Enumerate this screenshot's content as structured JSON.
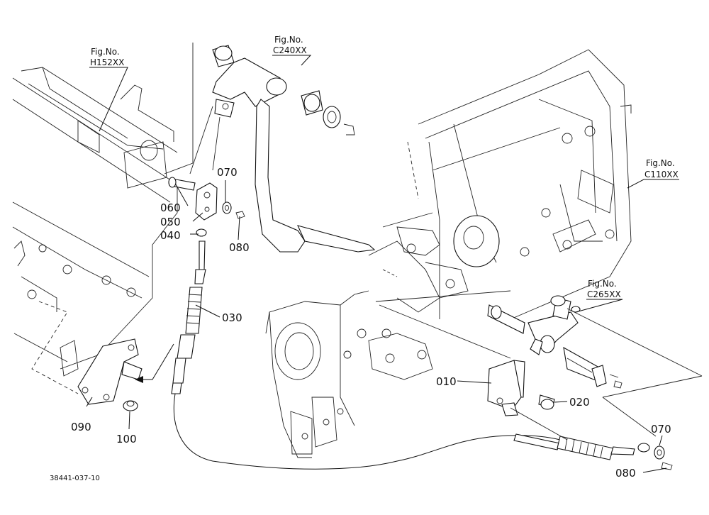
{
  "diagram": {
    "document_code": "38441-037-10",
    "figure_refs": [
      {
        "id": "h152",
        "label": "Fig.No.",
        "code": "H152XX"
      },
      {
        "id": "c240",
        "label": "Fig.No.",
        "code": "C240XX"
      },
      {
        "id": "c110",
        "label": "Fig.No.",
        "code": "C110XX"
      },
      {
        "id": "c265",
        "label": "Fig.No.",
        "code": "C265XX"
      }
    ],
    "part_labels": [
      {
        "id": "p070a",
        "text": "070"
      },
      {
        "id": "p060",
        "text": "060"
      },
      {
        "id": "p050",
        "text": "050"
      },
      {
        "id": "p040",
        "text": "040"
      },
      {
        "id": "p080a",
        "text": "080"
      },
      {
        "id": "p030",
        "text": "030"
      },
      {
        "id": "p090",
        "text": "090"
      },
      {
        "id": "p100",
        "text": "100"
      },
      {
        "id": "p010",
        "text": "010"
      },
      {
        "id": "p020",
        "text": "020"
      },
      {
        "id": "p070b",
        "text": "070"
      },
      {
        "id": "p080b",
        "text": "080"
      }
    ]
  }
}
